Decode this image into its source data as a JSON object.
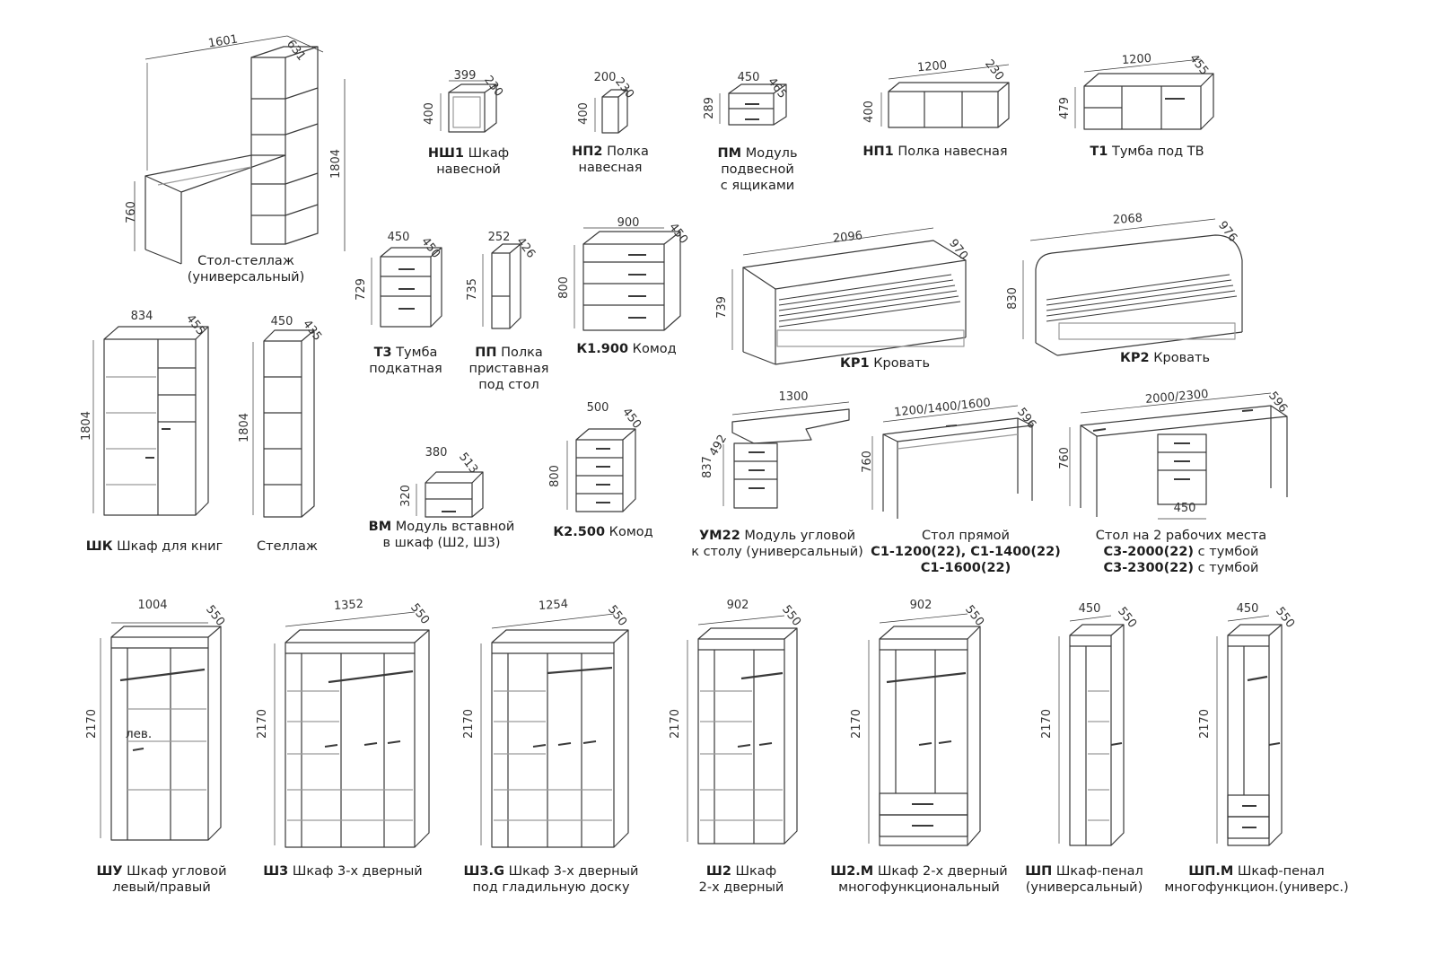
{
  "items": [
    {
      "key": "stol_stellazh",
      "code": "",
      "name": "Стол-стеллаж",
      "name2": "(универсальный)",
      "name3": "",
      "dims": {
        "w": "1601",
        "d": "631",
        "h": "1804",
        "h2": "760"
      }
    },
    {
      "key": "nsh1",
      "code": "НШ1",
      "name": "Шкаф",
      "name2": "навесной",
      "name3": "",
      "dims": {
        "w": "399",
        "d": "230",
        "h": "400"
      }
    },
    {
      "key": "np2",
      "code": "НП2",
      "name": "Полка",
      "name2": "навесная",
      "name3": "",
      "dims": {
        "w": "200",
        "d": "230",
        "h": "400"
      }
    },
    {
      "key": "pm",
      "code": "ПМ",
      "name": "Модуль",
      "name2": "подвесной",
      "name3": "с ящиками",
      "dims": {
        "w": "450",
        "d": "465",
        "h": "289"
      }
    },
    {
      "key": "np1",
      "code": "НП1",
      "name": "Полка навесная",
      "name2": "",
      "name3": "",
      "dims": {
        "w": "1200",
        "d": "230",
        "h": "400"
      }
    },
    {
      "key": "t1",
      "code": "Т1",
      "name": "Тумба под ТВ",
      "name2": "",
      "name3": "",
      "dims": {
        "w": "1200",
        "d": "455",
        "h": "479"
      }
    },
    {
      "key": "t3",
      "code": "Т3",
      "name": "Тумба",
      "name2": "подкатная",
      "name3": "",
      "dims": {
        "w": "450",
        "d": "450",
        "h": "729"
      }
    },
    {
      "key": "pp",
      "code": "ПП",
      "name": "Полка",
      "name2": "приставная",
      "name3": "под стол",
      "dims": {
        "w": "252",
        "d": "426",
        "h": "735"
      }
    },
    {
      "key": "k1900",
      "code": "К1.900",
      "name": "Комод",
      "name2": "",
      "name3": "",
      "dims": {
        "w": "900",
        "d": "450",
        "h": "800"
      }
    },
    {
      "key": "kr1",
      "code": "КР1",
      "name": "Кровать",
      "name2": "",
      "name3": "",
      "dims": {
        "w": "2096",
        "d": "970",
        "h": "739"
      }
    },
    {
      "key": "kr2",
      "code": "КР2",
      "name": "Кровать",
      "name2": "",
      "name3": "",
      "dims": {
        "w": "2068",
        "d": "976",
        "h": "830"
      }
    },
    {
      "key": "shk",
      "code": "ШК",
      "name": "Шкаф для книг",
      "name2": "",
      "name3": "",
      "dims": {
        "w": "834",
        "d": "455",
        "h": "1804"
      }
    },
    {
      "key": "stellazh",
      "code": "",
      "name": "Стеллаж",
      "name2": "",
      "name3": "",
      "dims": {
        "w": "450",
        "d": "435",
        "h": "1804"
      }
    },
    {
      "key": "vm",
      "code": "ВМ",
      "name": "Модуль вставной",
      "name2": "в шкаф (Ш2, Ш3)",
      "name3": "",
      "dims": {
        "w": "380",
        "d": "513",
        "h": "320"
      }
    },
    {
      "key": "k2500",
      "code": "К2.500",
      "name": "Комод",
      "name2": "",
      "name3": "",
      "dims": {
        "w": "500",
        "d": "450",
        "h": "800"
      }
    },
    {
      "key": "um22",
      "code": "УМ22",
      "name": "Модуль угловой",
      "name2": "к столу (универсальный)",
      "name3": "",
      "dims": {
        "w": "1300",
        "d": "492",
        "h": "837"
      }
    },
    {
      "key": "s1",
      "code": "",
      "name": "Стол прямой",
      "name2": "С1-1200(22), С1-1400(22)",
      "name3": "С1-1600(22)",
      "dims": {
        "w": "1200/1400/1600",
        "d": "596",
        "h": "760"
      }
    },
    {
      "key": "s3",
      "code": "",
      "name": "Стол на 2 рабочих места",
      "name2": "С3-2000(22)",
      "name2b": "с тумбой",
      "name3": "С3-2300(22)",
      "name3b": "с тумбой",
      "dims": {
        "w": "2000/2300",
        "d": "596",
        "h": "760",
        "t": "450"
      }
    },
    {
      "key": "shu",
      "code": "ШУ",
      "name": "Шкаф угловой",
      "name2": "левый/правый",
      "name3": "",
      "label": "лев.",
      "dims": {
        "w": "1004",
        "d": "550",
        "h": "2170"
      }
    },
    {
      "key": "sh3",
      "code": "Ш3",
      "name": "Шкаф 3-х дверный",
      "name2": "",
      "name3": "",
      "dims": {
        "w": "1352",
        "d": "550",
        "h": "2170"
      }
    },
    {
      "key": "sh3g",
      "code": "Ш3.G",
      "name": "Шкаф 3-х дверный",
      "name2": "под гладильную доску",
      "name3": "",
      "dims": {
        "w": "1254",
        "d": "550",
        "h": "2170"
      }
    },
    {
      "key": "sh2",
      "code": "Ш2",
      "name": "Шкаф",
      "name2": "2-х дверный",
      "name3": "",
      "dims": {
        "w": "902",
        "d": "550",
        "h": "2170"
      }
    },
    {
      "key": "sh2m",
      "code": "Ш2.М",
      "name": "Шкаф 2-х дверный",
      "name2": "многофункциональный",
      "name3": "",
      "dims": {
        "w": "902",
        "d": "550",
        "h": "2170"
      }
    },
    {
      "key": "shp",
      "code": "ШП",
      "name": "Шкаф-пенал",
      "name2": "(универсальный)",
      "name3": "",
      "dims": {
        "w": "450",
        "d": "550",
        "h": "2170"
      }
    },
    {
      "key": "shpm",
      "code": "ШП.М",
      "name": "Шкаф-пенал",
      "name2": "многофункцион.(универс.)",
      "name3": "",
      "dims": {
        "w": "450",
        "d": "550",
        "h": "2170"
      }
    }
  ],
  "colors": {
    "line": "#3a3a3a",
    "faint": "#9a9a9a",
    "text": "#1e1e1e"
  }
}
